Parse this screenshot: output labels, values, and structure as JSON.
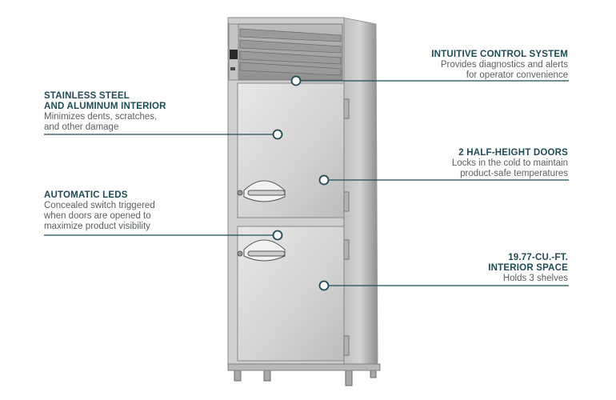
{
  "callouts": {
    "control": {
      "title": "INTUITIVE CONTROL SYSTEM",
      "desc_lines": [
        "Provides diagnostics and alerts",
        "for operator convenience"
      ]
    },
    "interior": {
      "title_lines": [
        "STAINLESS STEEL",
        "AND ALUMINUM INTERIOR"
      ],
      "desc_lines": [
        "Minimizes dents, scratches,",
        "and other damage"
      ]
    },
    "doors": {
      "title": "2 HALF-HEIGHT DOORS",
      "desc_lines": [
        "Locks in the cold to maintain",
        "product-safe temperatures"
      ]
    },
    "leds": {
      "title": "AUTOMATIC LEDS",
      "desc_lines": [
        "Concealed switch triggered",
        "when doors are opened to",
        "maximize product visibility"
      ]
    },
    "space": {
      "title_lines": [
        "19.77-CU.-FT.",
        "INTERIOR SPACE"
      ],
      "desc_lines": [
        "Holds 3 shelves"
      ]
    }
  },
  "colors": {
    "accent": "#1f4a57",
    "text": "#5a5f63",
    "steel_light": "#d9d9d9",
    "steel_dark": "#a9a9a9"
  },
  "icons": [
    "hotspot-circle-icon"
  ]
}
